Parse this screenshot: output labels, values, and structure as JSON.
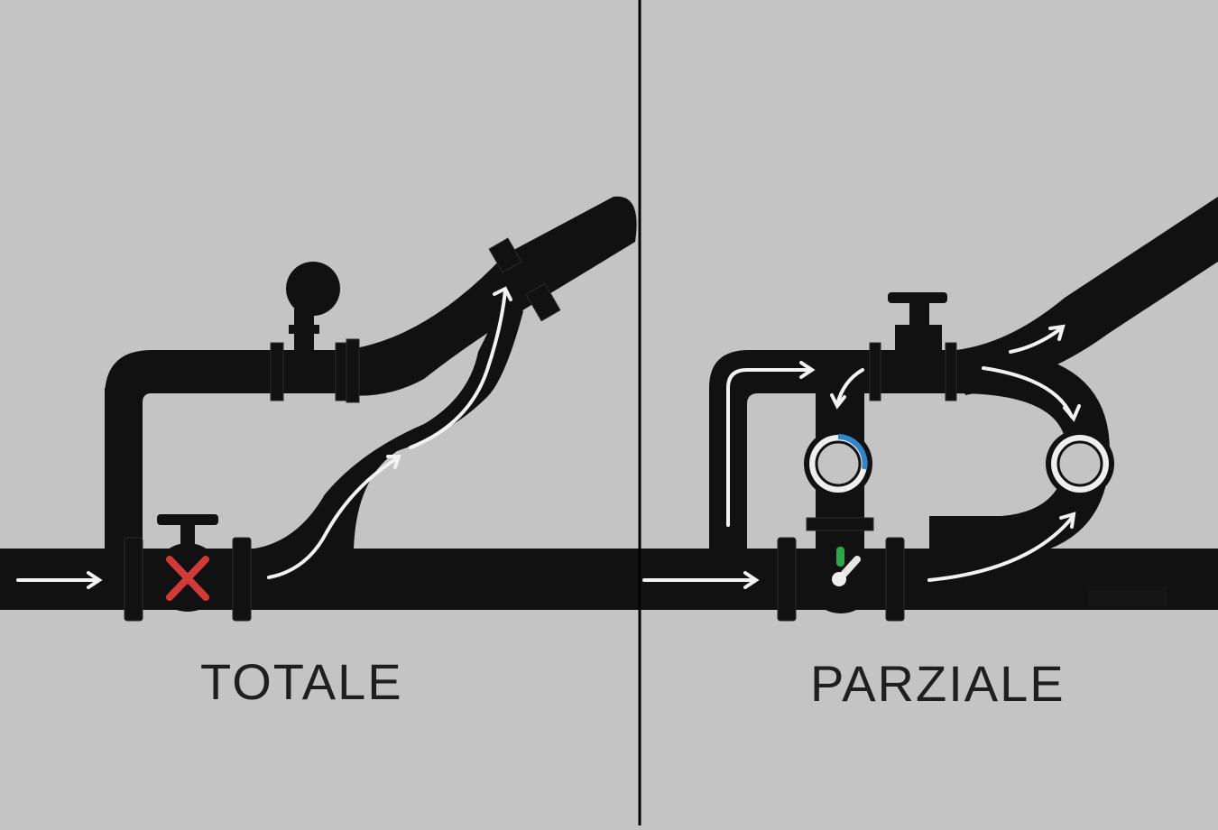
{
  "panels": [
    {
      "id": "left",
      "label": "TOTALE",
      "valve_state": "closed"
    },
    {
      "id": "right",
      "label": "PARZIALE",
      "valve_state": "partial"
    }
  ],
  "colors": {
    "background": "#c4c4c4",
    "pipe": "#111111",
    "flow_arrow": "#f2f2f2",
    "closed_mark": "#d23a3a",
    "divider": "#000000",
    "gauge_ring": "#eeeeee",
    "gauge_arc": "#2f86c9",
    "indicator_green": "#2aa84a"
  },
  "icons": {
    "closed_valve": "red-x-icon",
    "flow": "arrow-icon",
    "gauge": "gauge-icon",
    "handwheel": "handwheel-icon"
  }
}
